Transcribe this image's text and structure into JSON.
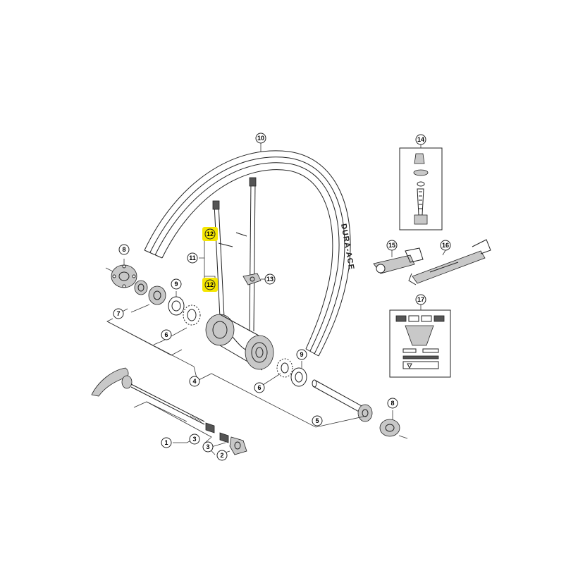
{
  "callouts": {
    "c1": "1",
    "c2": "2",
    "c3a": "3",
    "c3b": "3",
    "c4": "4",
    "c5": "5",
    "c6a": "6",
    "c6b": "6",
    "c7": "7",
    "c8a": "8",
    "c8b": "8",
    "c9a": "9",
    "c9b": "9",
    "c10": "10",
    "c11": "11",
    "c12a": "12",
    "c12b": "12",
    "c13": "13",
    "c14": "14",
    "c15": "15",
    "c16": "16",
    "c17": "17"
  },
  "rim_label": "DURA-ACE",
  "colors": {
    "highlight": "#f5e600",
    "line": "#222222",
    "shade": "#c8c8c8"
  }
}
